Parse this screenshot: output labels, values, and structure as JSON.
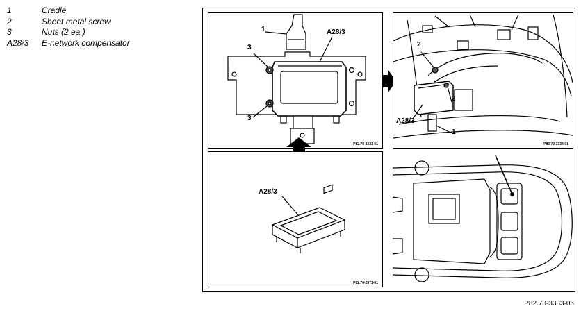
{
  "legend": [
    {
      "num": "1",
      "text": "Cradle"
    },
    {
      "num": "2",
      "text": "Sheet metal screw"
    },
    {
      "num": "3",
      "text": "Nuts (2 ea.)"
    },
    {
      "num": "A28/3",
      "text": "E-network compensator"
    }
  ],
  "panels": {
    "top_left": {
      "code": "P82.70-3333-01",
      "labels": {
        "one": "1",
        "a28": "A28/3",
        "three_top": "3",
        "three_bottom": "3"
      }
    },
    "bottom_left": {
      "code": "P82.70-2971-01",
      "labels": {
        "a28": "A28/3"
      }
    },
    "top_right": {
      "code": "P82.70-3334-01",
      "labels": {
        "two": "2",
        "three": "3",
        "a28": "A28/3",
        "one": "1"
      }
    }
  },
  "figure_code": "P82.70-3333-06"
}
